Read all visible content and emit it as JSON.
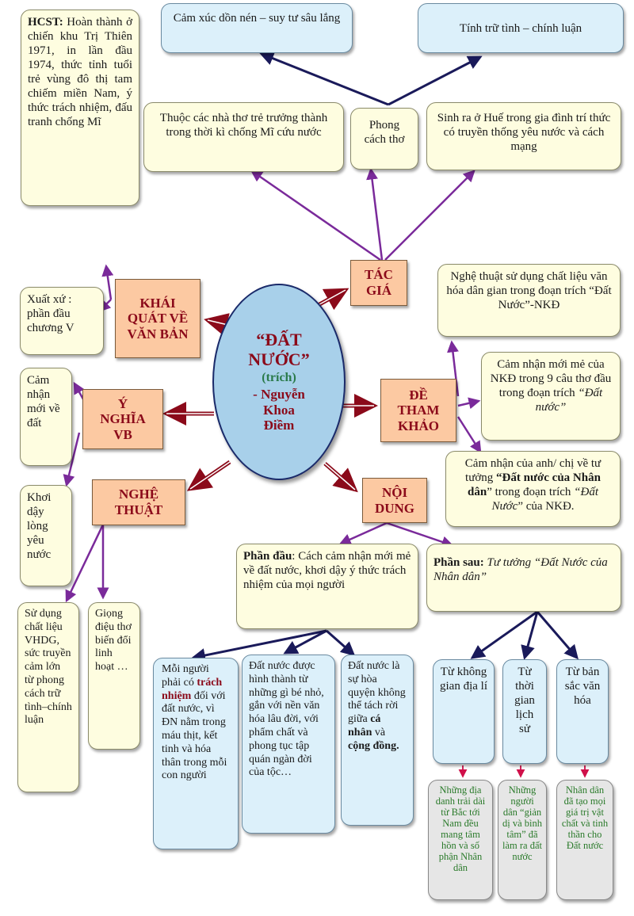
{
  "center": {
    "line1": "“ĐẤT",
    "line2": "NƯỚC”",
    "sub": "(trích)",
    "author1": "- Nguyễn",
    "author2": "Khoa",
    "author3": "Điềm"
  },
  "branches": {
    "tac_gia": "TÁC GIÁ",
    "khai_quat": "KHÁI QUÁT VỀ VĂN BẢN",
    "y_nghia": "Ý NGHĨA VB",
    "nghe_thuat": "NGHỆ THUẬT",
    "noi_dung": "NỘI DUNG",
    "de_tham_khao": "ĐỀ THAM KHẢO"
  },
  "author": {
    "hcst_label": "HCST:",
    "hcst_text": " Hoàn thành ở chiến khu Trị Thiên 1971, in lần đầu 1974, thức tỉnh tuổi trẻ vùng đô thị tam chiếm miền Nam, ý thức trách nhiệm, đấu tranh chống Mĩ",
    "camxuc": "Cảm xúc dồn nén – suy tư sâu lắng",
    "tinh": "Tính trữ tình – chính luận",
    "thuoc": "Thuộc các nhà thơ trẻ trưởng thành trong thời kì chống Mĩ cứu nước",
    "phong_cach": "Phong cách thơ",
    "sinh_ra": "Sinh ra ở Huế trong gia đình trí thức có truyền thống yêu nước và cách mạng"
  },
  "khai_quat_text": "Xuất xứ : phần đầu chương V",
  "y_nghia_1": "Cảm nhận mới về đất",
  "y_nghia_2": "Khơi dậy lòng yêu nước",
  "nghe_thuat_1": "Sử dụng chất liệu VHDG, sức truyền cảm lớn từ phong cách trữ tình–chính luận",
  "nghe_thuat_2": "Giọng điệu thơ biến đổi linh hoạt …",
  "de": {
    "d1": "Nghệ thuật sử dụng chất liệu văn hóa dân gian trong đoạn trích “Đất Nước”-NKĐ",
    "d2a": "Cảm nhận mới mẻ của NKĐ trong 9 câu thơ đầu trong đoạn trích ",
    "d2b": "“Đất nước”",
    "d3a": "Cảm nhận của anh/ chị về tư tưởng ",
    "d3b": "“Đất nước của Nhân dân",
    "d3c": "” trong đoạn trích ",
    "d3d": "“Đất Nước",
    "d3e": "” của NKĐ."
  },
  "noi_dung": {
    "phan_dau_label": "Phần đầu",
    "phan_dau_text": ": Cách cảm nhận mới mẻ về đất nước, khơi dậy ý thức trách nhiệm của mọi người",
    "phan_sau_label": "Phần sau",
    "phan_sau_text": "Tư tưởng “Đất Nước của Nhân dân”",
    "b1a": "Mỗi người phải có ",
    "b1b": "trách nhiệm",
    "b1c": " đối với đất nước, vì ĐN nằm trong máu thịt, kết tinh và hóa thân trong mỗi con người",
    "b2": "Đất nước được hình thành từ những gì bé nhỏ, gắn với nền văn hóa lâu đời, với phẩm chất và phong tục tập quán ngàn đời của tộc…",
    "b3a": "Đất nước là sự hòa quyện không thể tách rời giữa ",
    "b3b": "cá nhân",
    "b3c": " và ",
    "b3d": "cộng đồng.",
    "s1": "Từ không gian địa lí",
    "s2": "Từ thời gian lịch sử",
    "s3": "Từ bản sắc văn hóa",
    "g1": "Những địa danh trải dài từ Bắc tới Nam đều mang tâm hồn và số phận Nhân dân",
    "g2": "Những người dân “giản dị và bình tâm” đã làm ra đất nước",
    "g3": "Nhân dân đã tạo mọi giá trị vật chất và tinh thần cho Đất nước"
  }
}
